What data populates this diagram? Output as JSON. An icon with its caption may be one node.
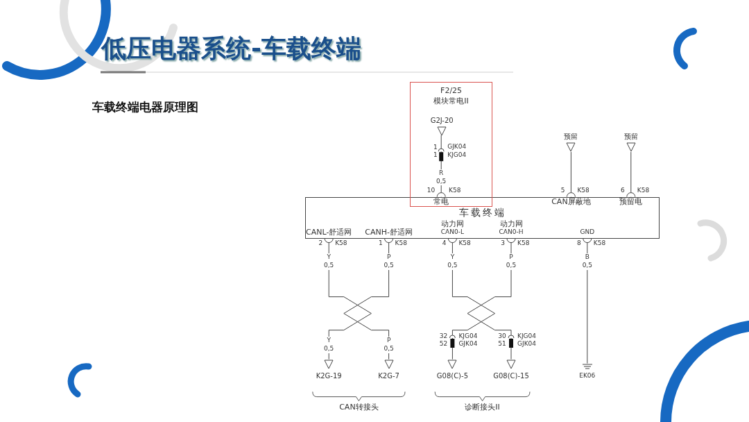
{
  "diagram": {
    "title": "低压电器系统-车载终端",
    "nodes": [
      {
        "text": [
          "车载终端"
        ]
      },
      {
        "text": [
          "F2/25",
          "模块常电II"
        ]
      },
      {
        "text": [
          "G2J-20"
        ],
        "in": 1
      },
      {
        "text": [
          "预留"
        ]
      },
      {
        "text": [
          "预留"
        ]
      },
      {
        "text": [
          "K2G-19"
        ]
      },
      {
        "text": [
          "K2G-7"
        ]
      },
      {
        "text": [
          "G08(C)-5"
        ]
      },
      {
        "text": [
          "G08(C)-15"
        ]
      },
      {
        "text": [
          "EK06"
        ]
      }
    ],
    "edges": [
      {
        "from": 2,
        "to": 0,
        "arrow": "other",
        "label": "R 0,5"
      },
      {
        "from": 3,
        "to": 0,
        "arrow": "other"
      },
      {
        "from": 4,
        "to": 0,
        "arrow": "other"
      },
      {
        "from": 0,
        "to": 5,
        "arrow": "other",
        "label": "Y 0,5"
      },
      {
        "from": 0,
        "to": 6,
        "arrow": "other",
        "label": "P 0,5"
      },
      {
        "from": 0,
        "to": 7,
        "arrow": "other",
        "label": "Y 0,5"
      },
      {
        "from": 0,
        "to": 8,
        "arrow": "other",
        "label": "P 0,5"
      },
      {
        "from": 0,
        "to": 9,
        "arrow": "other",
        "label": "B 0,5"
      }
    ],
    "labels": [
      "车载终端电器原理图",
      "1",
      "GJK04",
      "1",
      "KJG04",
      "10",
      "K58",
      "常电",
      "5",
      "K58",
      "CAN屏蔽地",
      "6",
      "K58",
      "预留电",
      "CANL-舒适网",
      "2",
      "K58",
      "CANH-舒适网",
      "1",
      "K58",
      "动力网",
      "CAN0-L",
      "4",
      "K58",
      "动力网",
      "CAN0-H",
      "3",
      "K58",
      "GND",
      "8",
      "K58",
      "Y 0,5",
      "P 0,5",
      "32",
      "52",
      "KJG04",
      "GJK04",
      "30",
      "51",
      "KJG04",
      "GJK04",
      "CAN转接头",
      "诊断接头II"
    ]
  }
}
